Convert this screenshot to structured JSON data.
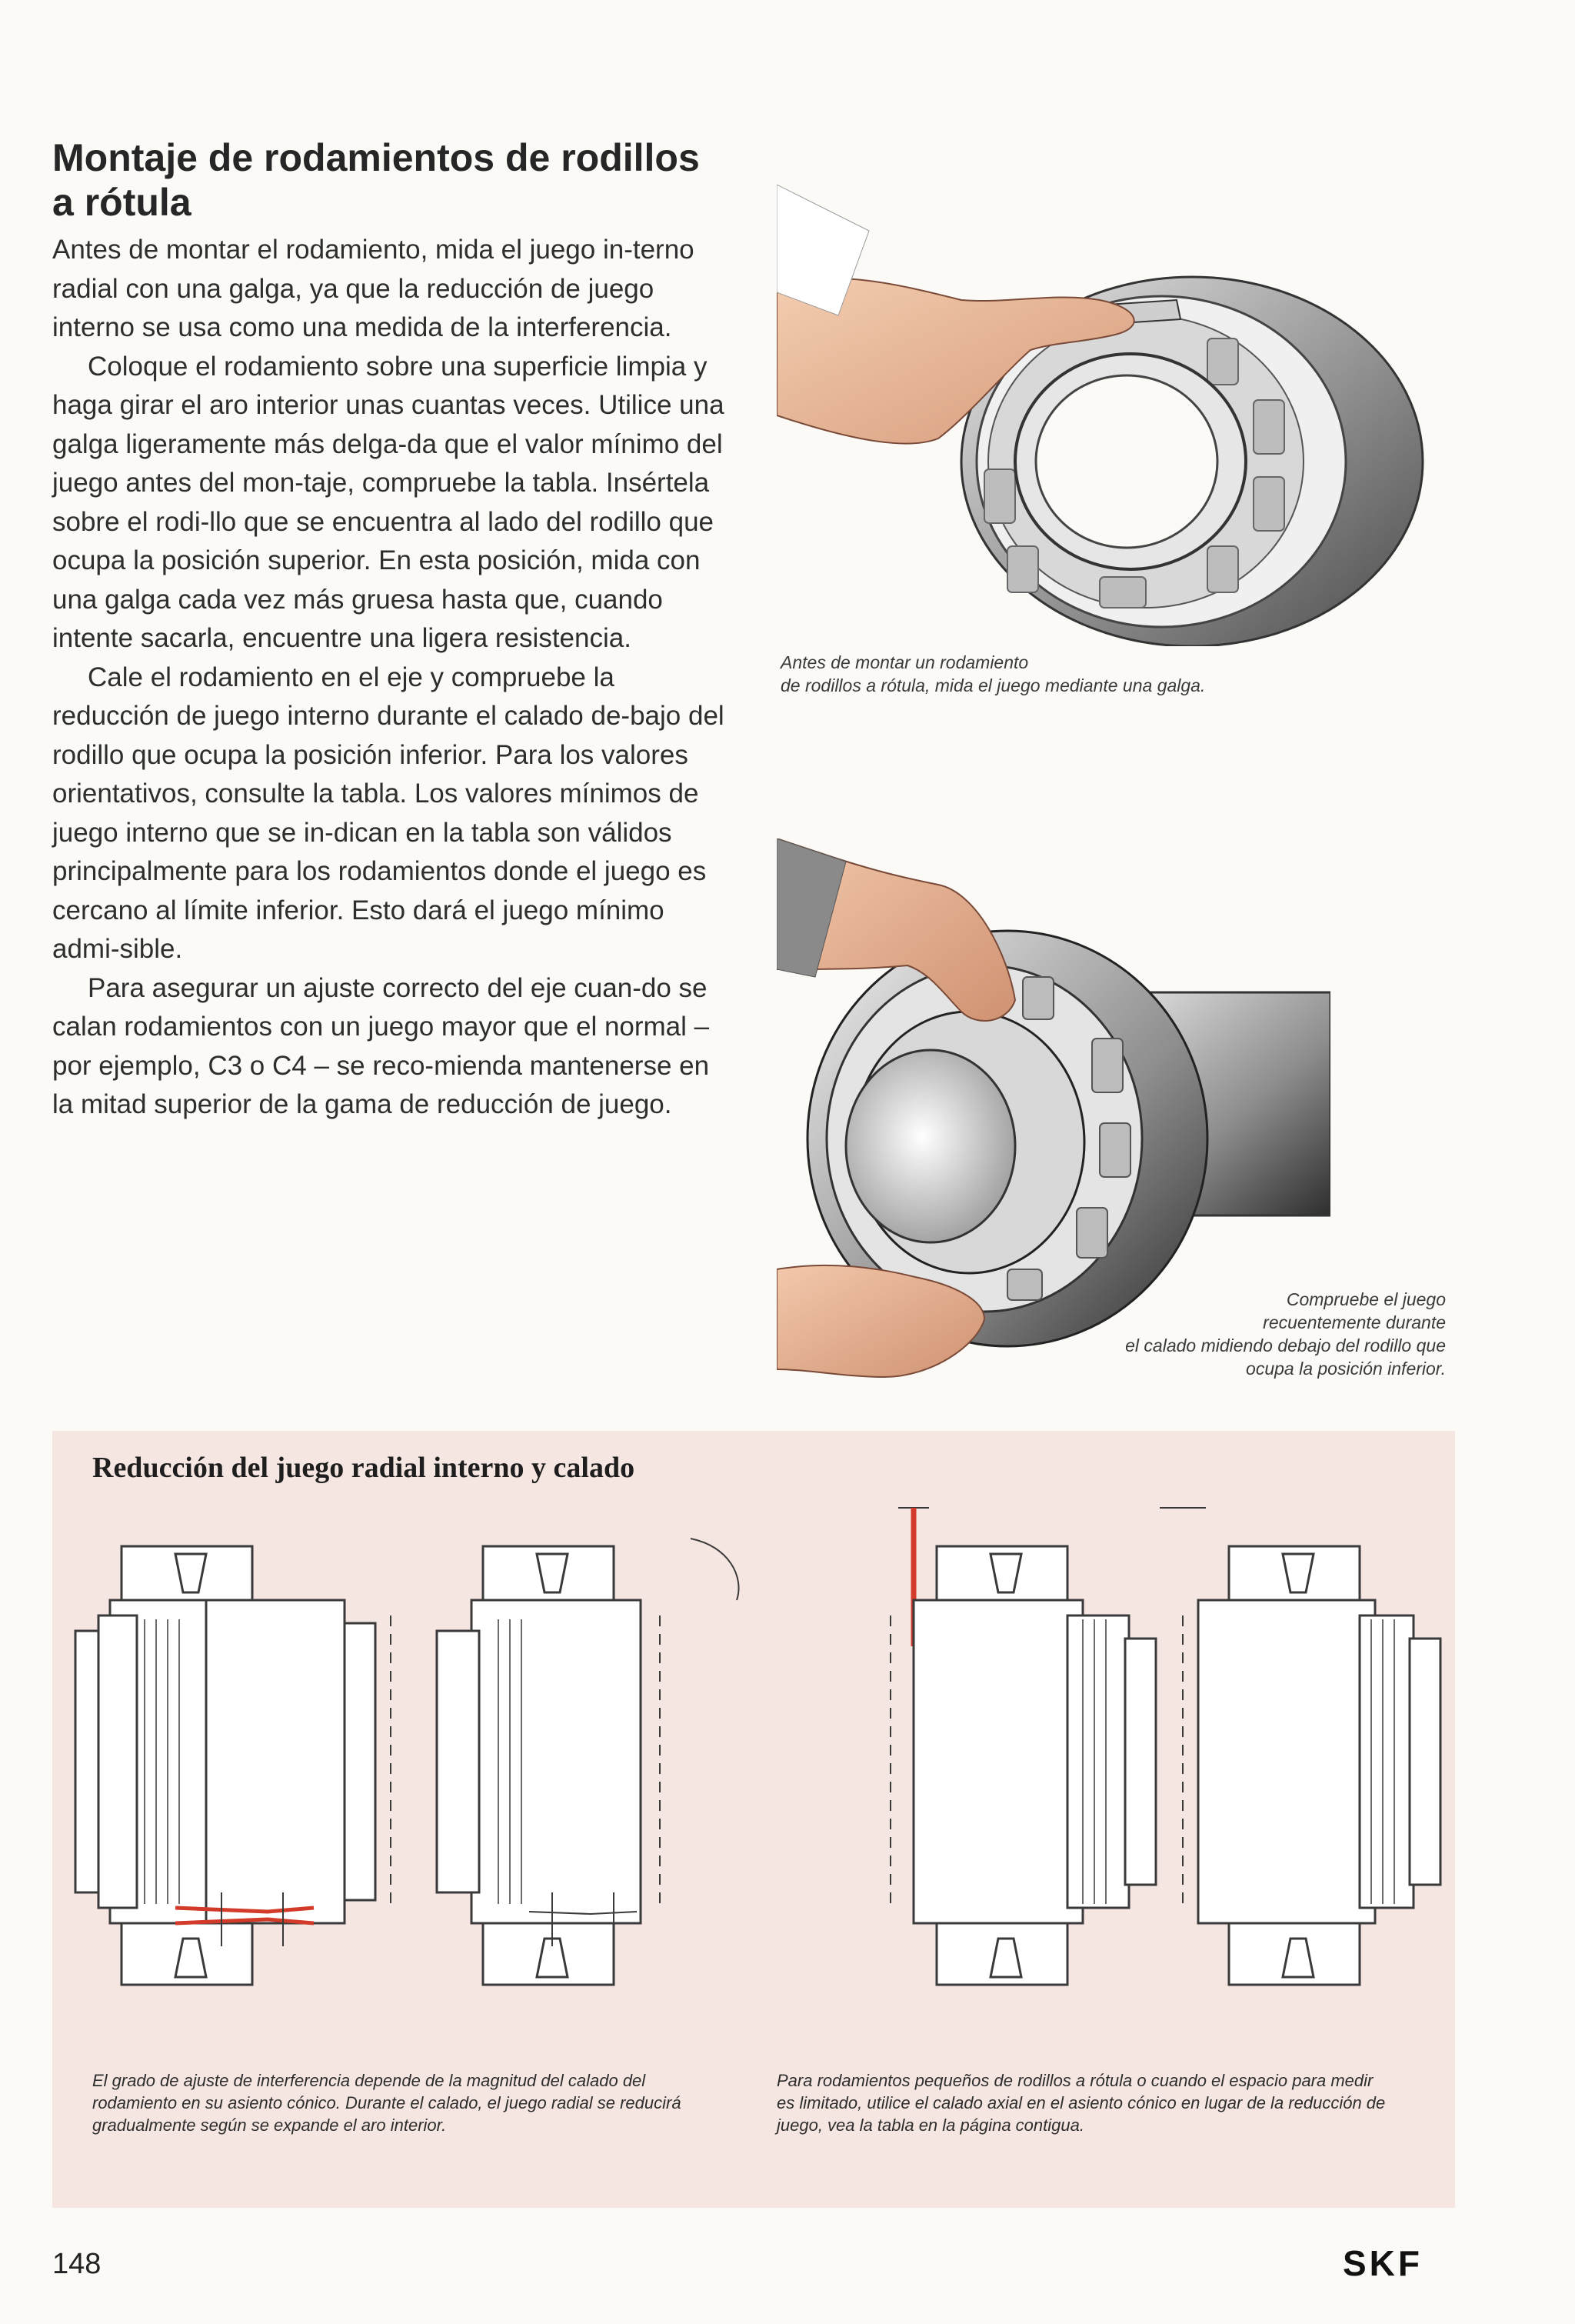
{
  "page": {
    "title_line1": "Montaje de rodamientos de rodillos",
    "title_line2": "a rótula",
    "paragraphs": [
      "Antes de montar el rodamiento, mida el juego in-terno radial con una galga, ya que la reducción de juego interno se usa como una medida de la interferencia.",
      "Coloque el rodamiento sobre una superficie limpia y haga girar el aro interior unas cuantas veces. Utilice una galga ligeramente más delga-da que el valor mínimo del juego antes del mon-taje, compruebe la tabla. Insértela sobre el rodi-llo que se encuentra al lado del rodillo que ocupa la posición superior. En esta posición, mida con una galga cada vez más gruesa hasta que, cuando intente sacarla, encuentre una ligera resistencia.",
      "Cale el rodamiento en el eje y compruebe la reducción de juego interno durante el calado de-bajo del rodillo que ocupa la posición inferior. Para los valores orientativos, consulte la tabla. Los valores mínimos de juego interno que se in-dican en la tabla son válidos principalmente para los rodamientos donde el juego es cercano al límite inferior. Esto dará el juego mínimo admi-sible.",
      "Para asegurar un ajuste correcto del eje cuan-do se calan rodamientos con un juego mayor que el normal – por ejemplo, C3 o C4 – se reco-mienda mantenerse en la mitad superior de la gama de reducción de juego."
    ],
    "caption_top_line1": "Antes de montar un rodamiento",
    "caption_top_line2": "de rodillos a rótula, mida el juego mediante una galga.",
    "caption_mid_line1": "Compruebe el juego",
    "caption_mid_line2": "recuentemente durante",
    "caption_mid_line3": "el calado midiendo debajo del rodillo que",
    "caption_mid_line4": "ocupa la posición inferior.",
    "panel_title": "Reducción del juego radial interno y calado",
    "panel_caption_left": "El grado de ajuste de interferencia depende de la magnitud del calado del rodamiento en su asiento cónico. Durante el calado, el juego radial se reducirá gradualmente según se expande el aro interior.",
    "panel_caption_right": "Para rodamientos pequeños de rodillos a rótula o cuando el espacio para medir es limitado, utilice el calado axial en el asiento cónico en lugar de la reducción de juego, vea la tabla en la página contigua.",
    "page_number": "148",
    "brand": "SKF"
  },
  "colors": {
    "panel_bg": "#f6e6e2",
    "accent_red": "#d23a2a",
    "line": "#3a3a3a"
  }
}
